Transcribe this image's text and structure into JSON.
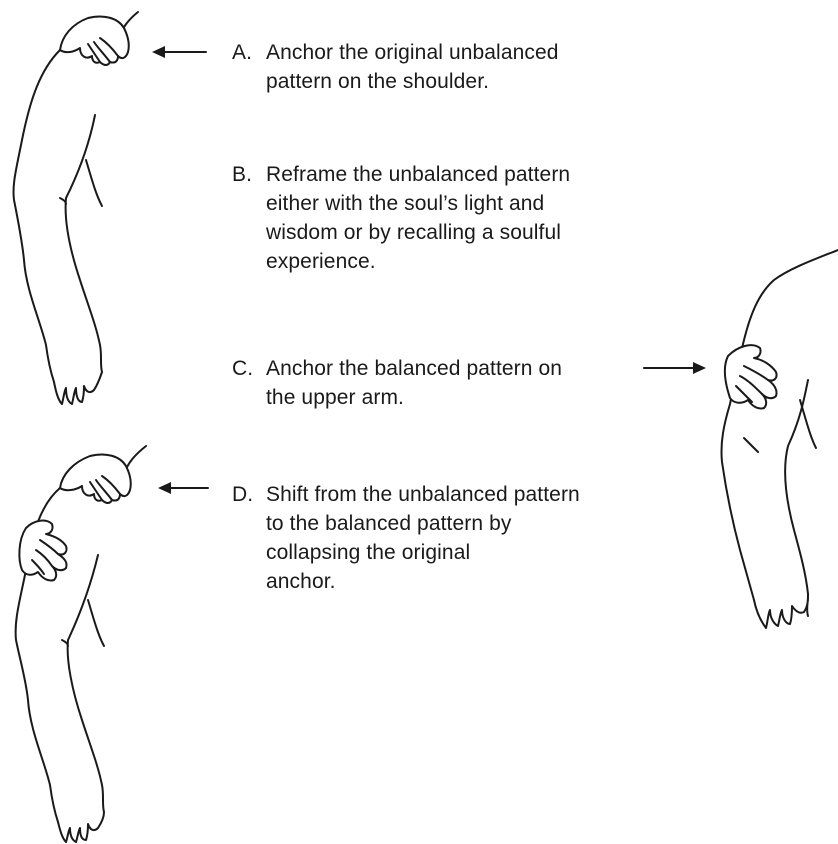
{
  "steps": [
    {
      "letter": "A.",
      "lines": [
        "Anchor the original unbalanced",
        "pattern on the shoulder."
      ]
    },
    {
      "letter": "B.",
      "lines": [
        "Reframe the unbalanced pattern",
        "either with the soul’s light and",
        "wisdom or by recalling a soulful",
        "experience."
      ]
    },
    {
      "letter": "C.",
      "lines": [
        "Anchor the balanced pattern on",
        "the upper arm."
      ]
    },
    {
      "letter": "D.",
      "lines": [
        "Shift from the unbalanced pattern",
        "to the balanced pattern by",
        "collapsing the original",
        "anchor."
      ]
    }
  ]
}
